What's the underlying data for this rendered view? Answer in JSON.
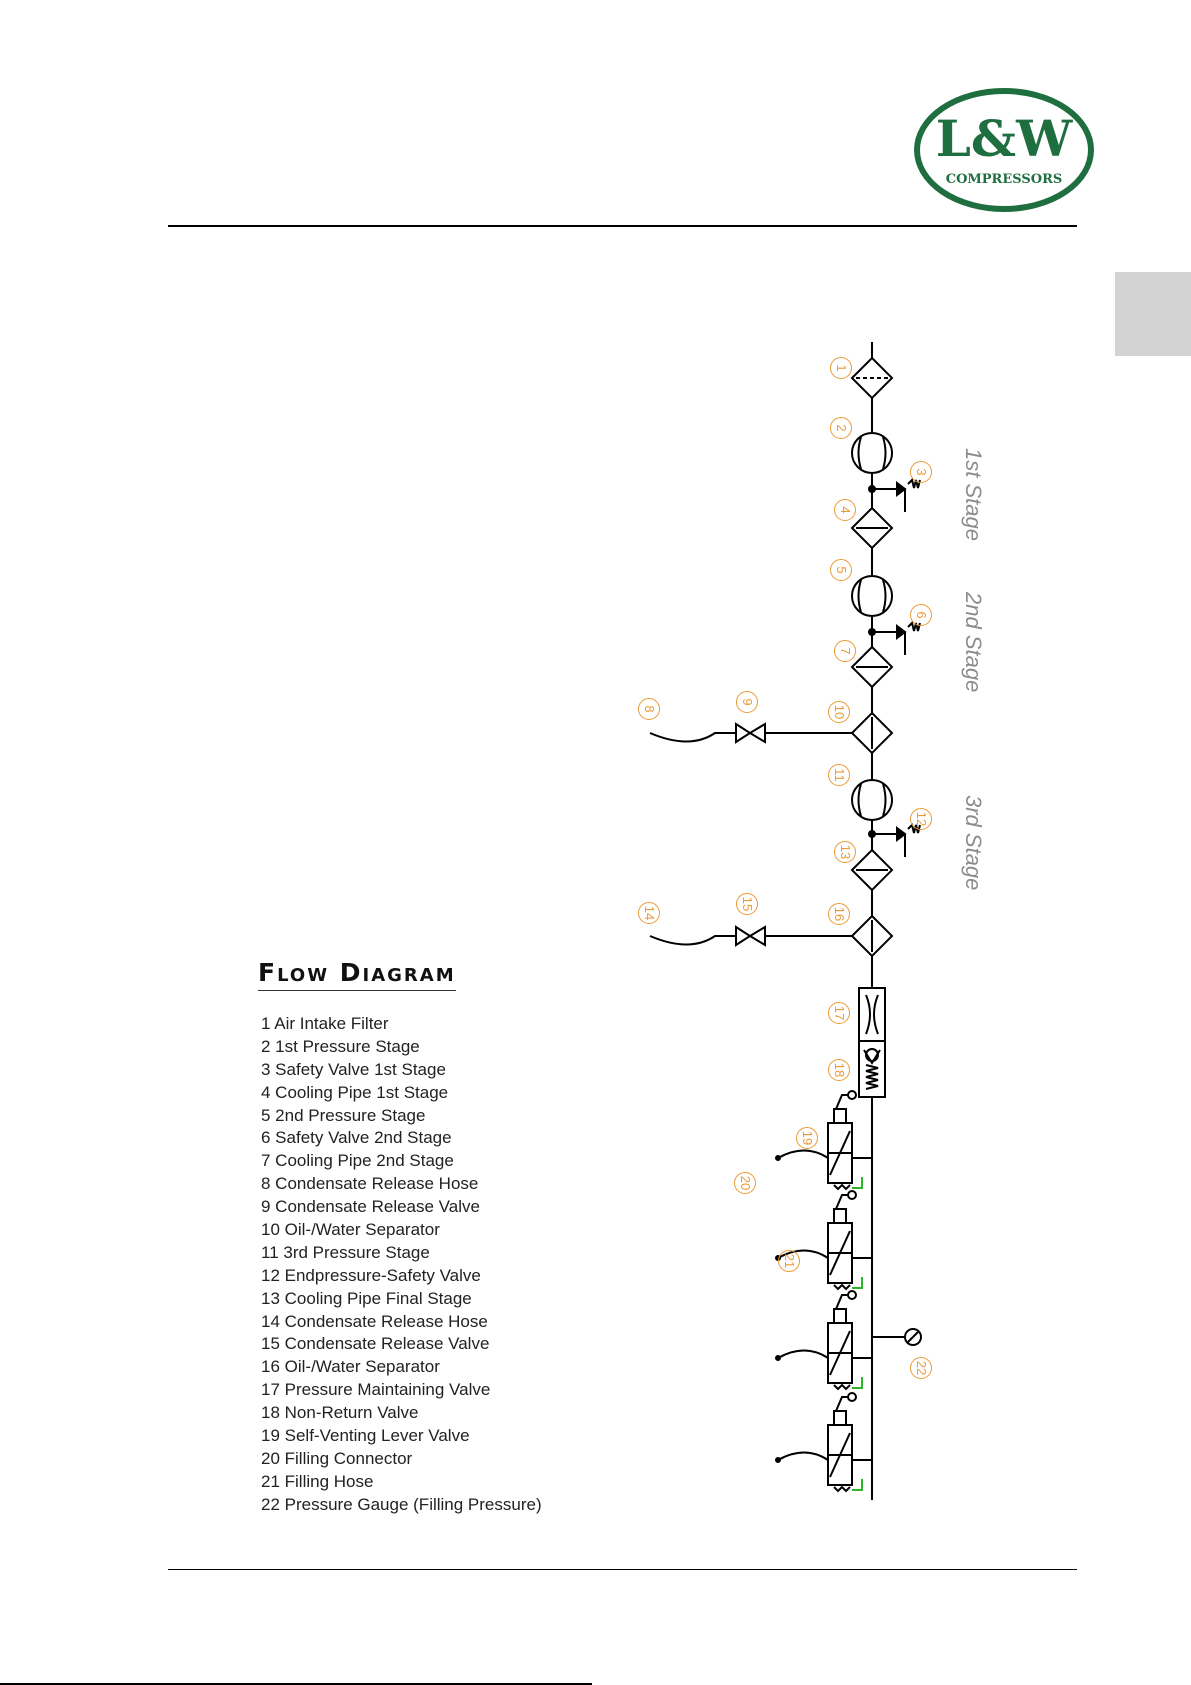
{
  "logo": {
    "brand": "L&W",
    "subtitle": "COMPRESSORS",
    "color": "#1f6e3f"
  },
  "legend": {
    "title": "Flow Diagram",
    "items": [
      "1  Air Intake Filter",
      "2  1st Pressure Stage",
      "3  Safety Valve 1st Stage",
      "4  Cooling Pipe 1st Stage",
      "5  2nd Pressure Stage",
      "6  Safety Valve 2nd Stage",
      "7  Cooling Pipe 2nd Stage",
      "8  Condensate Release Hose",
      "9  Condensate Release Valve",
      "10 Oil-/Water Separator",
      "11  3rd Pressure Stage",
      "12  Endpressure-Safety Valve",
      "13  Cooling Pipe Final Stage",
      "14  Condensate Release Hose",
      "15  Condensate Release Valve",
      "16  Oil-/Water Separator",
      "17  Pressure Maintaining Valve",
      "18  Non-Return Valve",
      "19  Self-Venting Lever Valve",
      "20  Filling Connector",
      "21  Filling Hose",
      "22  Pressure Gauge (Filling Pressure)"
    ]
  },
  "stages": [
    "1st Stage",
    "2nd Stage",
    "3rd Stage"
  ],
  "callouts": [
    "1",
    "2",
    "3",
    "4",
    "5",
    "6",
    "7",
    "8",
    "9",
    "10",
    "11",
    "12",
    "13",
    "14",
    "15",
    "16",
    "17",
    "18",
    "19",
    "20",
    "21",
    "22"
  ],
  "colors": {
    "callout": "#ec9a35",
    "stage_label": "#8c8c8c",
    "line": "#000000",
    "tab": "#d3d3d3",
    "exhaust_mark": "#2bb52b"
  }
}
